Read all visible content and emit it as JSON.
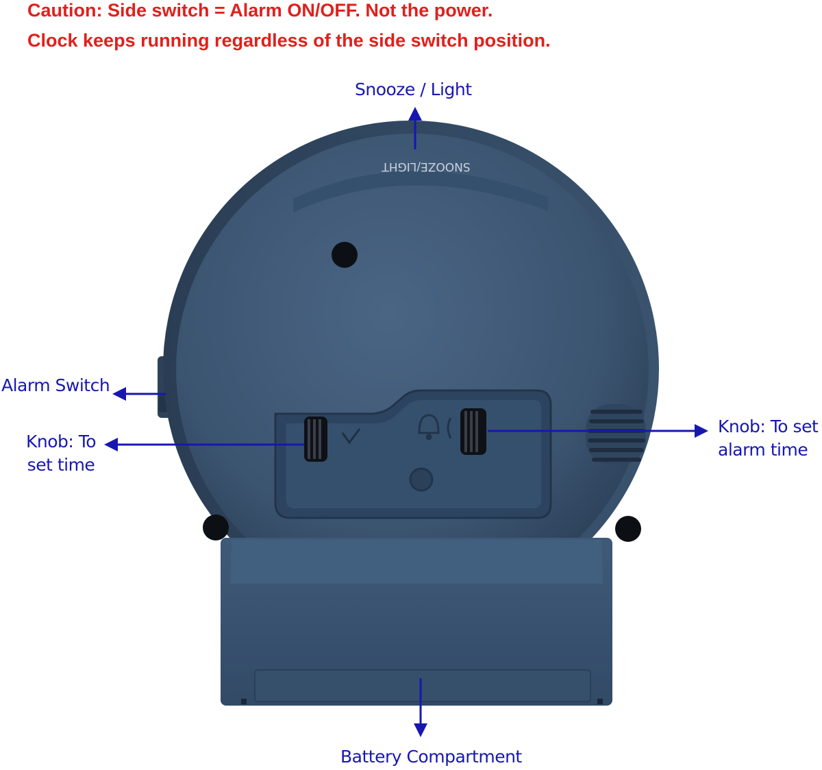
{
  "caution": {
    "line1": "Caution: Side switch = Alarm ON/OFF. Not the power.",
    "line2": "Clock keeps running regardless of the side switch position."
  },
  "callouts": {
    "snooze_light": "Snooze / Light",
    "alarm_switch": "Alarm Switch",
    "knob_time_line1": "Knob: To",
    "knob_time_line2": "set time",
    "knob_alarm_line1": "Knob: To set",
    "knob_alarm_line2": "alarm time",
    "battery": "Battery Compartment"
  },
  "product": {
    "embossed_text": "SNOOZE/LIGHT"
  },
  "colors": {
    "caution_text": "#e0201c",
    "callout_text": "#1717b0",
    "clock_body": "#3b5470"
  }
}
